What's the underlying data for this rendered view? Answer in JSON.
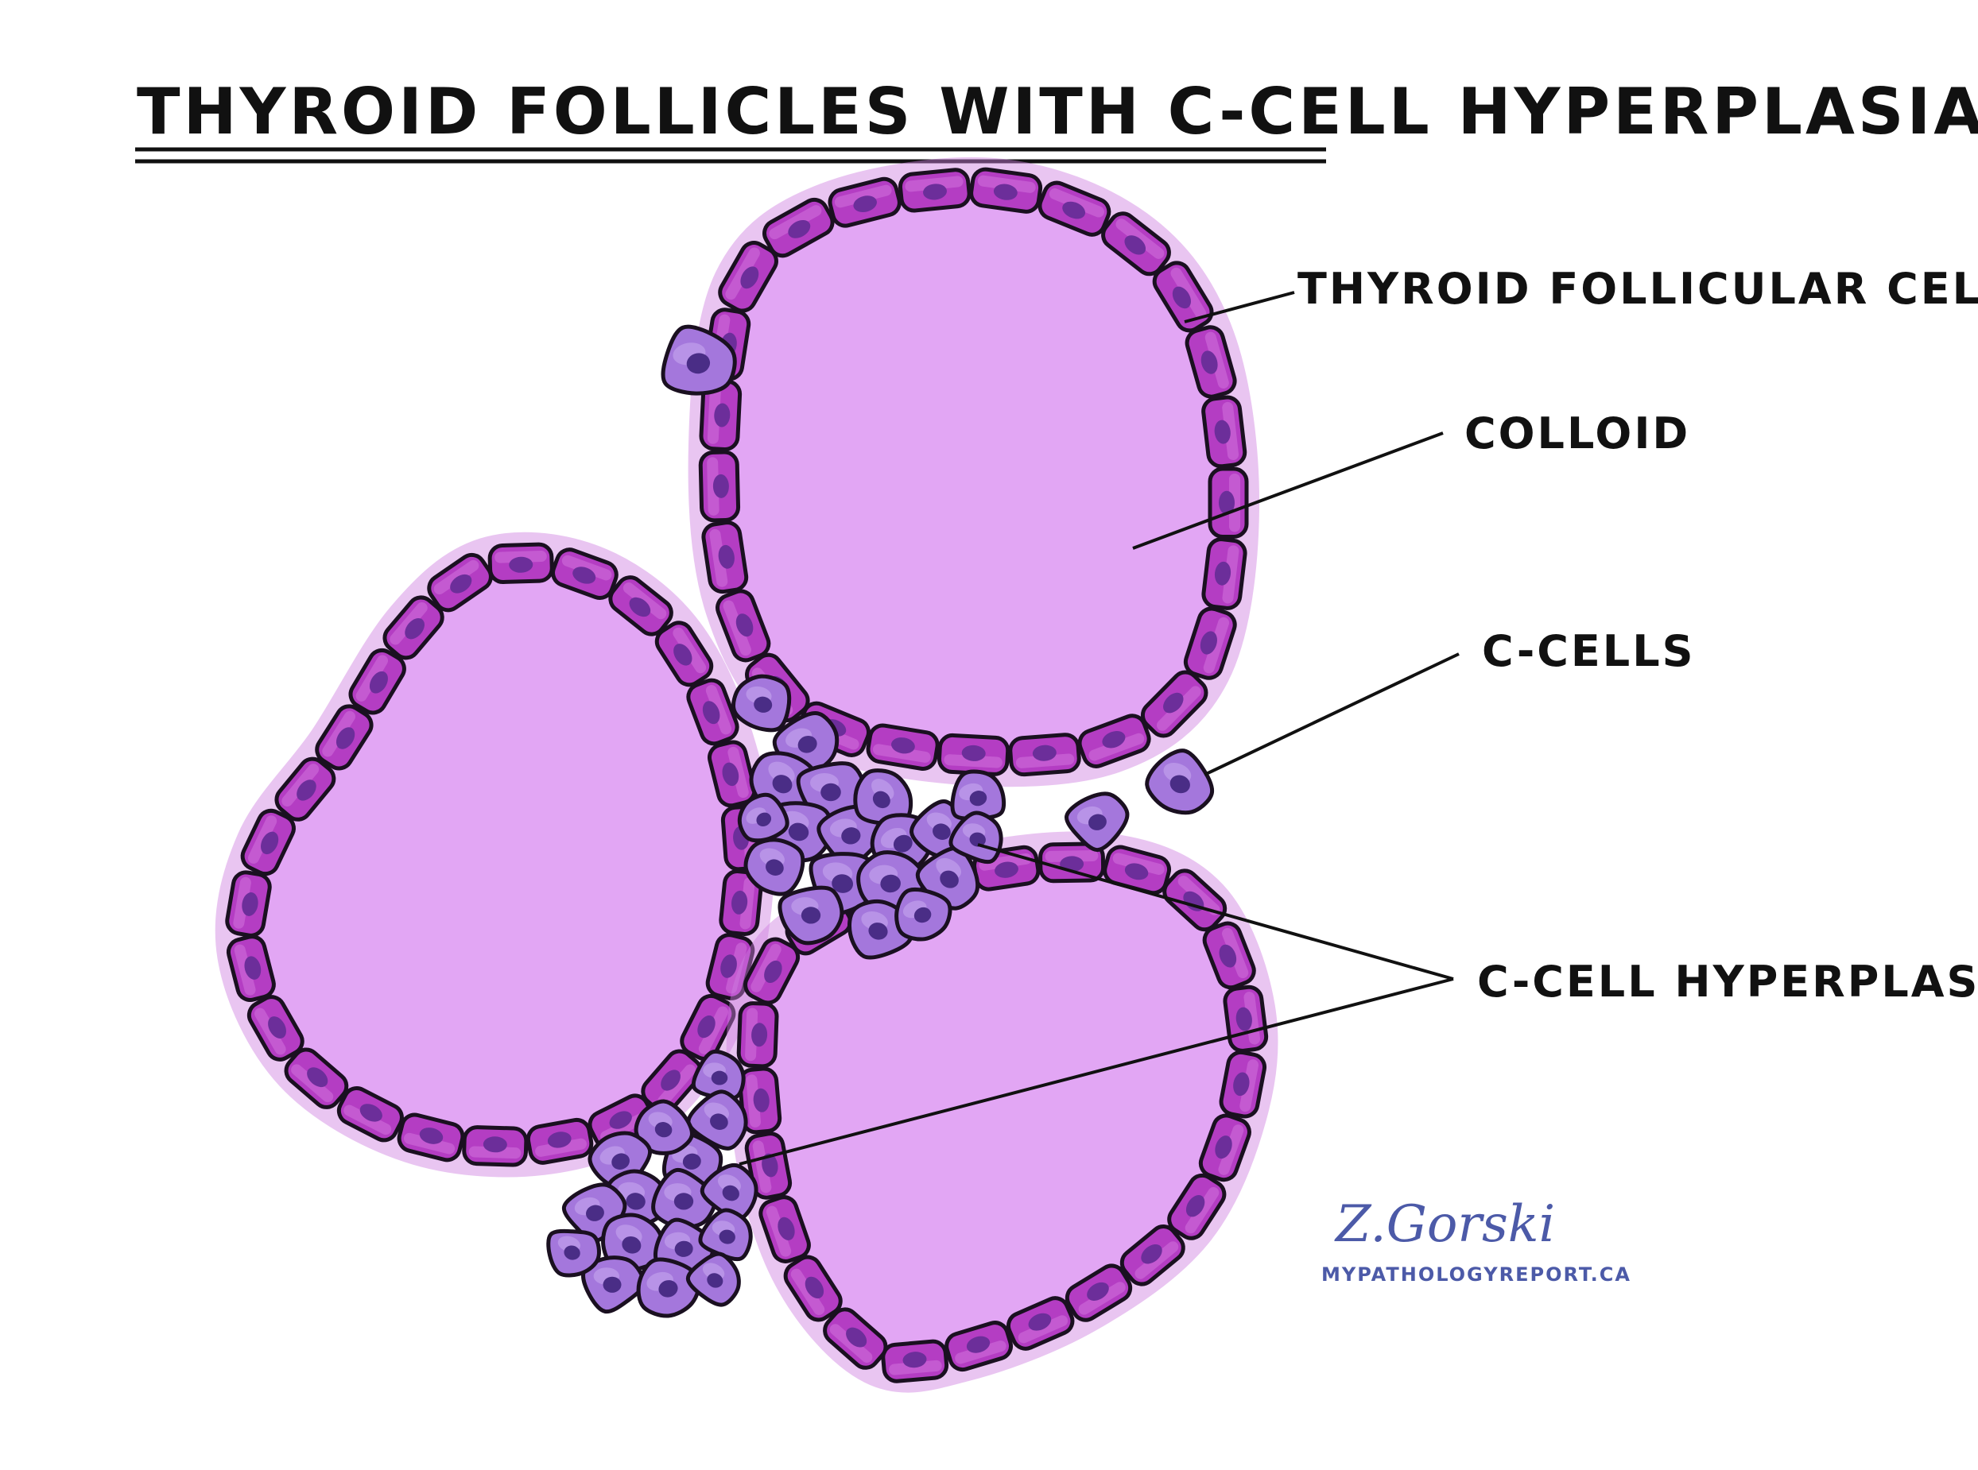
{
  "title": "THYROID FOLLICLES WITH C-CELL HYPERPLASIA",
  "labels": {
    "follicular_cells": "THYROID FOLLICULAR CELLS",
    "colloid": "COLLOID",
    "c_cells": "C-CELLS",
    "hyperplasia": "C-CELL HYPERPLASIA"
  },
  "signature": {
    "name": "Z.Gorski",
    "website": "MYPATHOLOGYREPORT.CA"
  },
  "colors": {
    "colloid": "#e2a6f4",
    "follicular_cell": "#b43dc3",
    "follicular_nucleus": "#6c2e9a",
    "c_cell": "#a477dc",
    "c_cell_nucleus": "#4a2d86",
    "signature": "#4c5aa8"
  }
}
